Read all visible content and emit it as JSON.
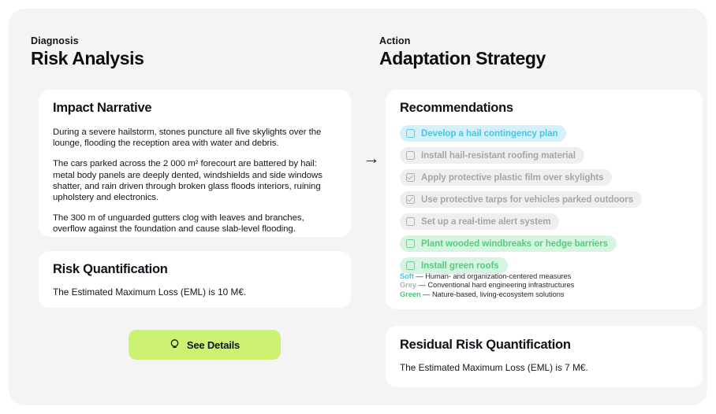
{
  "left": {
    "eyebrow": "Diagnosis",
    "title": "Risk Analysis",
    "narrative": {
      "title": "Impact Narrative",
      "paragraphs": [
        "During a severe hailstorm, stones puncture all five skylights over the lounge, flooding the reception area with water and debris.",
        "The cars parked across the 2 000 m² forecourt are battered by hail: metal body panels are deeply dented, windshields and side windows shatter, and rain driven through broken glass floods interiors, ruining upholstery and electronics.",
        "The 300 m of unguarded gutters clog with leaves and branches, overflow against the foundation and cause slab-level flooding."
      ]
    },
    "quantification": {
      "title": "Risk Quantification",
      "text": "The Estimated Maximum Loss (EML) is 10 M€."
    },
    "details_button": {
      "label": "See Details",
      "icon": "lightbulb-icon",
      "color": "#cdf272"
    }
  },
  "arrow": "→",
  "right": {
    "eyebrow": "Action",
    "title": "Adaptation Strategy",
    "recommendations": {
      "title": "Recommendations",
      "items": [
        {
          "label": "Develop a hail contingency plan",
          "category": "soft",
          "checked": false
        },
        {
          "label": "Install hail-resistant roofing material",
          "category": "grey",
          "checked": false
        },
        {
          "label": "Apply protective plastic film over skylights",
          "category": "grey",
          "checked": true
        },
        {
          "label": "Use protective tarps for vehicles parked outdoors",
          "category": "grey",
          "checked": true
        },
        {
          "label": "Set up a real-time alert system",
          "category": "grey",
          "checked": false
        },
        {
          "label": "Plant wooded windbreaks or hedge barriers",
          "category": "green",
          "checked": false
        },
        {
          "label": "Install green roofs",
          "category": "green",
          "checked": false
        }
      ],
      "legend": [
        {
          "key": "Soft",
          "dash": "—",
          "desc": "Human- and organization-centered measures",
          "color": "#45c6e8"
        },
        {
          "key": "Grey",
          "dash": "—",
          "desc": "Conventional hard engineering infrastructures",
          "color": "#b0b0b2"
        },
        {
          "key": "Green",
          "dash": "—",
          "desc": "Nature-based, living-ecosystem solutions",
          "color": "#4dc878"
        }
      ]
    },
    "residual": {
      "title": "Residual Risk Quantification",
      "text": "The Estimated Maximum Loss (EML) is 7 M€."
    }
  }
}
